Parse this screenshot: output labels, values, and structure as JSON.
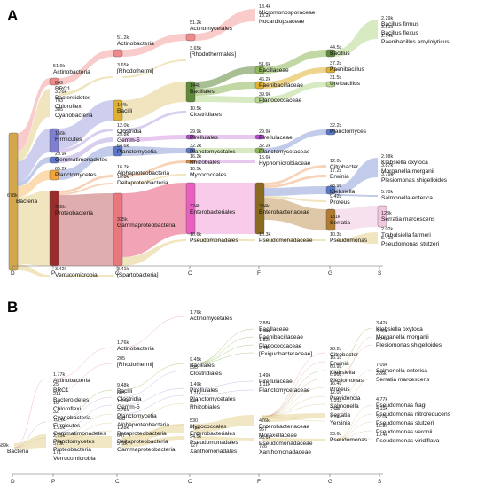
{
  "panel_a": {
    "letter": "A",
    "axis_levels": [
      "D",
      "P",
      "C",
      "O",
      "F",
      "G",
      "S"
    ],
    "nodes": [
      {
        "id": "bacteria",
        "level": 0,
        "label": "Bacteria",
        "value": "678k",
        "color": "#d4a84a"
      },
      {
        "id": "p_actino",
        "level": 1,
        "label": "Actinobacteria",
        "value": "51.9k",
        "color": "#f08a8a"
      },
      {
        "id": "p_brc1",
        "level": 1,
        "label": "BRC1",
        "value": "649",
        "color": "#d9c27a"
      },
      {
        "id": "p_bacteroid",
        "level": 1,
        "label": "Bacteroidetes",
        "value": "3.76k",
        "color": "#d9c27a"
      },
      {
        "id": "p_chloro",
        "level": 1,
        "label": "Chloroflexi",
        "value": "703",
        "color": "#d9c27a"
      },
      {
        "id": "p_cyano",
        "level": 1,
        "label": "Cyanobacteria",
        "value": "385",
        "color": "#d9c27a"
      },
      {
        "id": "p_firm",
        "level": 1,
        "label": "Firmicutes",
        "value": "156k",
        "color": "#7f7fd0"
      },
      {
        "id": "p_gemma",
        "level": 1,
        "label": "Gemmatimonadetes",
        "value": "29.9k",
        "color": "#5a78c8"
      },
      {
        "id": "p_plancto",
        "level": 1,
        "label": "Planctomycetes",
        "value": "65.2k",
        "color": "#f2a53a"
      },
      {
        "id": "p_proteo",
        "level": 1,
        "label": "Proteobacteria",
        "value": "365k",
        "color": "#9b2c2c"
      },
      {
        "id": "p_verru",
        "level": 1,
        "label": "Verrucomicrobia",
        "value": "3.42k",
        "color": "#d9c27a"
      },
      {
        "id": "c_actino",
        "level": 2,
        "label": "Actinobacteria",
        "value": "51.2k",
        "color": "#f08a8a"
      },
      {
        "id": "c_rhodo",
        "level": 2,
        "label": "[Rhodothermi]",
        "value": "3.65k",
        "color": "#d9c27a"
      },
      {
        "id": "c_bacilli",
        "level": 2,
        "label": "Bacilli",
        "value": "144k",
        "color": "#e0b030"
      },
      {
        "id": "c_clost",
        "level": 2,
        "label": "Clostridia",
        "value": "12.0k",
        "color": "#8e6bc0"
      },
      {
        "id": "c_gemm5",
        "level": 2,
        "label": "Gemm-5",
        "value": "29.8k",
        "color": "#9a7fd0"
      },
      {
        "id": "c_plancto",
        "level": 2,
        "label": "Planctomycetia",
        "value": "64.6k",
        "color": "#5a78c8"
      },
      {
        "id": "c_alpha",
        "level": 2,
        "label": "Alphaproteobacteria",
        "value": "16.7k",
        "color": "#e08a3a"
      },
      {
        "id": "c_delta",
        "level": 2,
        "label": "Deltaproteobacteria",
        "value": "10.8k",
        "color": "#e08a3a"
      },
      {
        "id": "c_gamma",
        "level": 2,
        "label": "Gammaproteobacteria",
        "value": "335k",
        "color": "#e8787e"
      },
      {
        "id": "c_spart",
        "level": 2,
        "label": "[Spartobacteria]",
        "value": "3.41k",
        "color": "#d9c27a"
      },
      {
        "id": "o_actino",
        "level": 3,
        "label": "Actinomycetales",
        "value": "51.2k",
        "color": "#f08a8a"
      },
      {
        "id": "o_rhodo",
        "level": 3,
        "label": "[Rhodothermales]",
        "value": "3.65k",
        "color": "#d9c27a"
      },
      {
        "id": "o_bacill",
        "level": 3,
        "label": "Bacillales",
        "value": "144k",
        "color": "#5f8a3a"
      },
      {
        "id": "o_clost",
        "level": 3,
        "label": "Clostridiales",
        "value": "10.5k",
        "color": "#8e6bc0"
      },
      {
        "id": "o_pirell",
        "level": 3,
        "label": "Pirellulales",
        "value": "29.9k",
        "color": "#b04ad0"
      },
      {
        "id": "o_plancto",
        "level": 3,
        "label": "Planctomycetales",
        "value": "32.2k",
        "color": "#5a78c8"
      },
      {
        "id": "o_rhizo",
        "level": 3,
        "label": "Rhizobiales",
        "value": "16.2k",
        "color": "#e08a3a"
      },
      {
        "id": "o_myxo",
        "level": 3,
        "label": "Myxococcales",
        "value": "10.5k",
        "color": "#d9c27a"
      },
      {
        "id": "o_entero",
        "level": 3,
        "label": "Enterobacteriales",
        "value": "324k",
        "color": "#e85fc0"
      },
      {
        "id": "o_pseudo",
        "level": 3,
        "label": "Pseudomonadales",
        "value": "10.6k",
        "color": "#d9c27a"
      },
      {
        "id": "f_micromono",
        "level": 4,
        "label": "Micromonosporaceae",
        "value": "13.4k",
        "color": "#f08a8a"
      },
      {
        "id": "f_nocardio",
        "level": 4,
        "label": "Nocardiopsaceae",
        "value": "13.2k",
        "color": "#f08a8a"
      },
      {
        "id": "f_bacill",
        "level": 4,
        "label": "Bacillaceae",
        "value": "51.6k",
        "color": "#8fb85a"
      },
      {
        "id": "f_paeni",
        "level": 4,
        "label": "Paenibacillaceae",
        "value": "46.2k",
        "color": "#e0b030"
      },
      {
        "id": "f_plancoc",
        "level": 4,
        "label": "Planococcaceae",
        "value": "39.9k",
        "color": "#b8d890"
      },
      {
        "id": "f_pirell",
        "level": 4,
        "label": "Pirellulaceae",
        "value": "29.9k",
        "color": "#b04ad0"
      },
      {
        "id": "f_planctoc",
        "level": 4,
        "label": "Planctomycetaceae",
        "value": "32.2k",
        "color": "#8fb85a"
      },
      {
        "id": "f_hypho",
        "level": 4,
        "label": "Hyphomicrobiaceae",
        "value": "15.6k",
        "color": "#b04ad0"
      },
      {
        "id": "f_entero",
        "level": 4,
        "label": "Enterobacteriaceae",
        "value": "324k",
        "color": "#8a6a20"
      },
      {
        "id": "f_pseudo",
        "level": 4,
        "label": "Pseudomonadaceae",
        "value": "10.3k",
        "color": "#d9c27a"
      },
      {
        "id": "g_bacillus",
        "level": 5,
        "label": "Bacillus",
        "value": "44.5k",
        "color": "#5f8a3a"
      },
      {
        "id": "g_paeni",
        "level": 5,
        "label": "Paenibacillus",
        "value": "37.2k",
        "color": "#e0b030"
      },
      {
        "id": "g_urei",
        "level": 5,
        "label": "Ureibacillus",
        "value": "31.5k",
        "color": "#b8d890"
      },
      {
        "id": "g_plancto",
        "level": 5,
        "label": "Planctomyces",
        "value": "32.2k",
        "color": "#5a78c8"
      },
      {
        "id": "g_citro",
        "level": 5,
        "label": "Citrobacter",
        "value": "12.0k",
        "color": "#e08a3a"
      },
      {
        "id": "g_erwinia",
        "level": 5,
        "label": "Erwinia",
        "value": "17.2k",
        "color": "#e08a3a"
      },
      {
        "id": "g_klebs",
        "level": 5,
        "label": "Klebsiella",
        "value": "48.9k",
        "color": "#5a78c8"
      },
      {
        "id": "g_proteus",
        "level": 5,
        "label": "Proteus",
        "value": "9.42k",
        "color": "#d9c27a"
      },
      {
        "id": "g_serratia",
        "level": 5,
        "label": "Serratia",
        "value": "131k",
        "color": "#b07a30"
      },
      {
        "id": "g_pseudo",
        "level": 5,
        "label": "Pseudomonas",
        "value": "10.3k",
        "color": "#d9c27a"
      },
      {
        "id": "s_firmus",
        "level": 6,
        "label": "Bacillus firmus",
        "value": "2.29k",
        "color": "#8fb85a"
      },
      {
        "id": "s_flexus",
        "level": 6,
        "label": "Bacillus flexus",
        "value": "3.51k",
        "color": "#8fb85a"
      },
      {
        "id": "s_amylo",
        "level": 6,
        "label": "Paenibacillus amylolyticus",
        "value": "2.74k",
        "color": "#e0b030"
      },
      {
        "id": "s_kleboxy",
        "level": 6,
        "label": "Klebsiella oxytoca",
        "value": "2.98k",
        "color": "#5a78c8"
      },
      {
        "id": "s_morg",
        "level": 6,
        "label": "Morganella morganii",
        "value": "3.87k",
        "color": "#e08a3a"
      },
      {
        "id": "s_plesio",
        "level": 6,
        "label": "Plesiomonas shigelloides",
        "value": "3.79k",
        "color": "#e08a3a"
      },
      {
        "id": "s_salm",
        "level": 6,
        "label": "Salmonella enterica",
        "value": "5.70k",
        "color": "#5a78c8"
      },
      {
        "id": "s_serrm",
        "level": 6,
        "label": "Serratia marcescens",
        "value": "123k",
        "color": "#f2c8e0"
      },
      {
        "id": "s_trab",
        "level": 6,
        "label": "Trabulsiella farmeri",
        "value": "2.02k",
        "color": "#d9c27a"
      },
      {
        "id": "s_pstutz",
        "level": 6,
        "label": "Pseudomonas stutzeri",
        "value": "5.41k",
        "color": "#d9c27a"
      }
    ]
  },
  "panel_b": {
    "letter": "B",
    "axis_levels": [
      "D",
      "P",
      "C",
      "O",
      "F",
      "G",
      "S"
    ],
    "nodes": [
      {
        "id": "bacteria",
        "level": 0,
        "label": "Bacteria",
        "value": "589k"
      },
      {
        "id": "p_actino",
        "level": 1,
        "label": "Actinobacteria",
        "value": "1.77k"
      },
      {
        "id": "p_brc1",
        "level": 1,
        "label": "BRC1",
        "value": "25"
      },
      {
        "id": "p_bacteroid",
        "level": 1,
        "label": "Bacteroidetes",
        "value": "211"
      },
      {
        "id": "p_chloro",
        "level": 1,
        "label": "Chloroflexi",
        "value": "10"
      },
      {
        "id": "p_cyano",
        "level": 1,
        "label": "Cyanobacteria",
        "value": "32"
      },
      {
        "id": "p_firm",
        "level": 1,
        "label": "Firmicutes",
        "value": "10.4k"
      },
      {
        "id": "p_gemma",
        "level": 1,
        "label": "Gemmatimonadetes",
        "value": "1.25k"
      },
      {
        "id": "p_plancto",
        "level": 1,
        "label": "Planctomycetes",
        "value": "2.75k"
      },
      {
        "id": "p_proteo",
        "level": 1,
        "label": "Proteobacteria",
        "value": "573k"
      },
      {
        "id": "p_verru",
        "level": 1,
        "label": "Verrucomicrobia",
        "value": "171"
      },
      {
        "id": "c_actino",
        "level": 2,
        "label": "Actinobacteria",
        "value": "1.76k"
      },
      {
        "id": "c_rhodo",
        "level": 2,
        "label": "[Rhodothermi]",
        "value": "205"
      },
      {
        "id": "c_bacilli",
        "level": 2,
        "label": "Bacilli",
        "value": "9.48k"
      },
      {
        "id": "c_clost",
        "level": 2,
        "label": "Clostridia",
        "value": "665"
      },
      {
        "id": "c_gemm5",
        "level": 2,
        "label": "Gemm-5",
        "value": "1.25k"
      },
      {
        "id": "c_plancto",
        "level": 2,
        "label": "Planctomycetia",
        "value": "2.75k"
      },
      {
        "id": "c_alpha",
        "level": 2,
        "label": "Alphaproteobacteria",
        "value": "458"
      },
      {
        "id": "c_beta",
        "level": 2,
        "label": "Betaproteobacteria",
        "value": "1.28k"
      },
      {
        "id": "c_delta",
        "level": 2,
        "label": "Deltaproteobacteria",
        "value": "647"
      },
      {
        "id": "c_gamma",
        "level": 2,
        "label": "Gammaproteobacteria",
        "value": "572k"
      },
      {
        "id": "o_actino",
        "level": 3,
        "label": "Actinomycetales",
        "value": "1.76k"
      },
      {
        "id": "o_bacill",
        "level": 3,
        "label": "Bacillales",
        "value": "9.45k"
      },
      {
        "id": "o_clost",
        "level": 3,
        "label": "Clostridiales",
        "value": "595"
      },
      {
        "id": "o_pirell",
        "level": 3,
        "label": "Pirellulales",
        "value": "1.49k"
      },
      {
        "id": "o_plancto",
        "level": 3,
        "label": "Planctomycetales",
        "value": "1.11k"
      },
      {
        "id": "o_rhizo",
        "level": 3,
        "label": "Rhizobiales",
        "value": "448"
      },
      {
        "id": "o_myxo",
        "level": 3,
        "label": "Myxococcales",
        "value": "530"
      },
      {
        "id": "o_entero",
        "level": 3,
        "label": "Enterobacteriales",
        "value": "476k"
      },
      {
        "id": "o_pseudo",
        "level": 3,
        "label": "Pseudomonadales",
        "value": "94.5k"
      },
      {
        "id": "o_xantho",
        "level": 3,
        "label": "Xanthomonadales",
        "value": "727"
      },
      {
        "id": "f_bacill",
        "level": 4,
        "label": "Bacillaceae",
        "value": "2.88k"
      },
      {
        "id": "f_paeni",
        "level": 4,
        "label": "Paenibacillaceae",
        "value": "1.94k"
      },
      {
        "id": "f_plancoc",
        "level": 4,
        "label": "Planococcaceae",
        "value": "1.82k"
      },
      {
        "id": "f_exig",
        "level": 4,
        "label": "[Exiguobacteraceae]",
        "value": "2.49k"
      },
      {
        "id": "f_pirell",
        "level": 4,
        "label": "Pirellulaceae",
        "value": "1.49k"
      },
      {
        "id": "f_planctoc",
        "level": 4,
        "label": "Planctomycetaceae",
        "value": "1.11k"
      },
      {
        "id": "f_entero",
        "level": 4,
        "label": "Enterobacteriaceae",
        "value": "476k"
      },
      {
        "id": "f_moraxe",
        "level": 4,
        "label": "Moraxellaceae",
        "value": "957"
      },
      {
        "id": "f_pseudo",
        "level": 4,
        "label": "Pseudomonadaceae",
        "value": "93.6k"
      },
      {
        "id": "f_xantho",
        "level": 4,
        "label": "Xanthomonadaceae",
        "value": "726"
      },
      {
        "id": "g_citro",
        "level": 5,
        "label": "Citrobacter",
        "value": "28.2k"
      },
      {
        "id": "g_erwinia",
        "level": 5,
        "label": "Erwinia",
        "value": "16.1k"
      },
      {
        "id": "g_klebs",
        "level": 5,
        "label": "Klebsiella",
        "value": "60.9k"
      },
      {
        "id": "g_plesio",
        "level": 5,
        "label": "Plesiomonas",
        "value": "6.96k"
      },
      {
        "id": "g_proteus",
        "level": 5,
        "label": "Proteus",
        "value": "16.4k"
      },
      {
        "id": "g_provid",
        "level": 5,
        "label": "Providencia",
        "value": "12.0k"
      },
      {
        "id": "g_salm",
        "level": 5,
        "label": "Salmonella",
        "value": "7.31k"
      },
      {
        "id": "g_serratia",
        "level": 5,
        "label": "Serratia",
        "value": "234k"
      },
      {
        "id": "g_yersinia",
        "level": 5,
        "label": "Yersinia",
        "value": "7.74k"
      },
      {
        "id": "g_pseudo",
        "level": 5,
        "label": "Pseudomonas",
        "value": "93.6k"
      },
      {
        "id": "s_kleboxy",
        "level": 6,
        "label": "Klebsiella oxytoca",
        "value": "3.42k"
      },
      {
        "id": "s_morg",
        "level": 6,
        "label": "Morganella morganii",
        "value": "3.50k"
      },
      {
        "id": "s_plesio",
        "level": 6,
        "label": "Plesiomonas shigelloides",
        "value": "6.25k"
      },
      {
        "id": "s_salm",
        "level": 6,
        "label": "Salmonella enterica",
        "value": "7.09k"
      },
      {
        "id": "s_serrm",
        "level": 6,
        "label": "Serratia marcescens",
        "value": "226k"
      },
      {
        "id": "s_pfragi",
        "level": 6,
        "label": "Pseudomonas fragi",
        "value": "4.77k"
      },
      {
        "id": "s_pnitro",
        "level": 6,
        "label": "Pseudomonas nitroreducens",
        "value": "4.15k"
      },
      {
        "id": "s_pstutz",
        "level": 6,
        "label": "Pseudomonas stutzeri",
        "value": "22.0k"
      },
      {
        "id": "s_pveronii",
        "level": 6,
        "label": "Pseudomonas veronii",
        "value": "15.8k"
      },
      {
        "id": "s_pviridi",
        "level": 6,
        "label": "Pseudomonas viridiflava",
        "value": "10.4k"
      }
    ]
  }
}
